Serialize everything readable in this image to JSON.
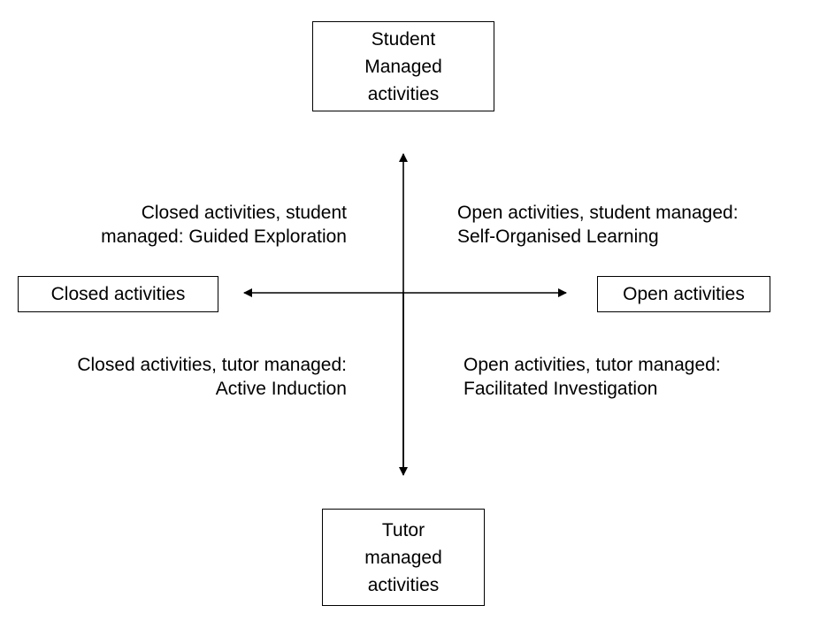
{
  "boxes": {
    "top": {
      "lines": [
        "Student",
        "Managed",
        "activities"
      ]
    },
    "bottom": {
      "lines": [
        "Tutor",
        "managed",
        "activities"
      ]
    },
    "left": {
      "label": "Closed activities"
    },
    "right": {
      "label": "Open activities"
    }
  },
  "quadrants": {
    "top_left": {
      "lines": [
        "Closed activities, student",
        "managed: Guided Exploration"
      ]
    },
    "top_right": {
      "lines": [
        "Open activities, student managed:",
        "Self-Organised Learning"
      ]
    },
    "bottom_left": {
      "lines": [
        "Closed activities, tutor managed:",
        "Active Induction"
      ]
    },
    "bottom_right": {
      "lines": [
        "Open activities, tutor managed:",
        "Facilitated Investigation"
      ]
    }
  },
  "colors": {
    "stroke": "#000000",
    "background": "#ffffff"
  }
}
